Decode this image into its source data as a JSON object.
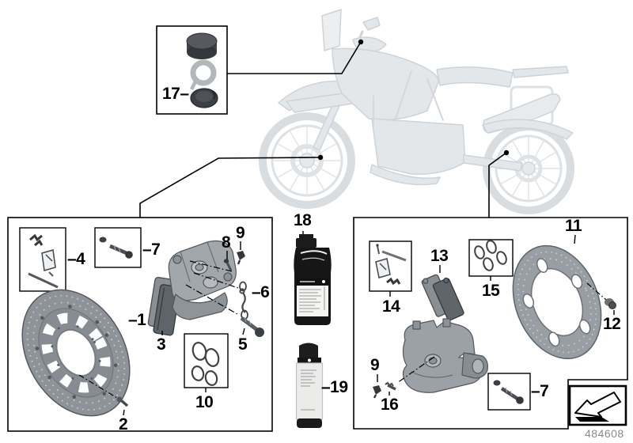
{
  "drawing_number": "484608",
  "labels": {
    "l1": "–1",
    "l2": "2",
    "l3": "3",
    "l4": "–4",
    "l5": "5",
    "l6": "–6",
    "l7a": "–7",
    "l7b": "–7",
    "l8": "8",
    "l9a": "9",
    "l9b": "9",
    "l10": "10",
    "l11": "11",
    "l12": "12",
    "l13": "13",
    "l14": "14",
    "l15": "15",
    "l16": "16",
    "l17": "17–",
    "l18": "18",
    "l19": "–19"
  },
  "regions": {
    "reservoir_cap_box_parts": [
      "17"
    ],
    "front_brake_box_parts": [
      "4",
      "7",
      "1",
      "2",
      "3",
      "8",
      "9",
      "6",
      "5",
      "10"
    ],
    "center_items_parts": [
      "18",
      "19"
    ],
    "rear_brake_box_parts": [
      "14",
      "13",
      "15",
      "11",
      "12",
      "9",
      "16",
      "7"
    ]
  },
  "colors": {
    "outline_black": "#000000",
    "ghost_bike_fill": "#e4e7ea",
    "ghost_bike_stroke": "#ced3d7",
    "part_gray": "#8e939a",
    "dark_part": "#3c4044",
    "drawing_number_gray": "#8a8a8a"
  }
}
